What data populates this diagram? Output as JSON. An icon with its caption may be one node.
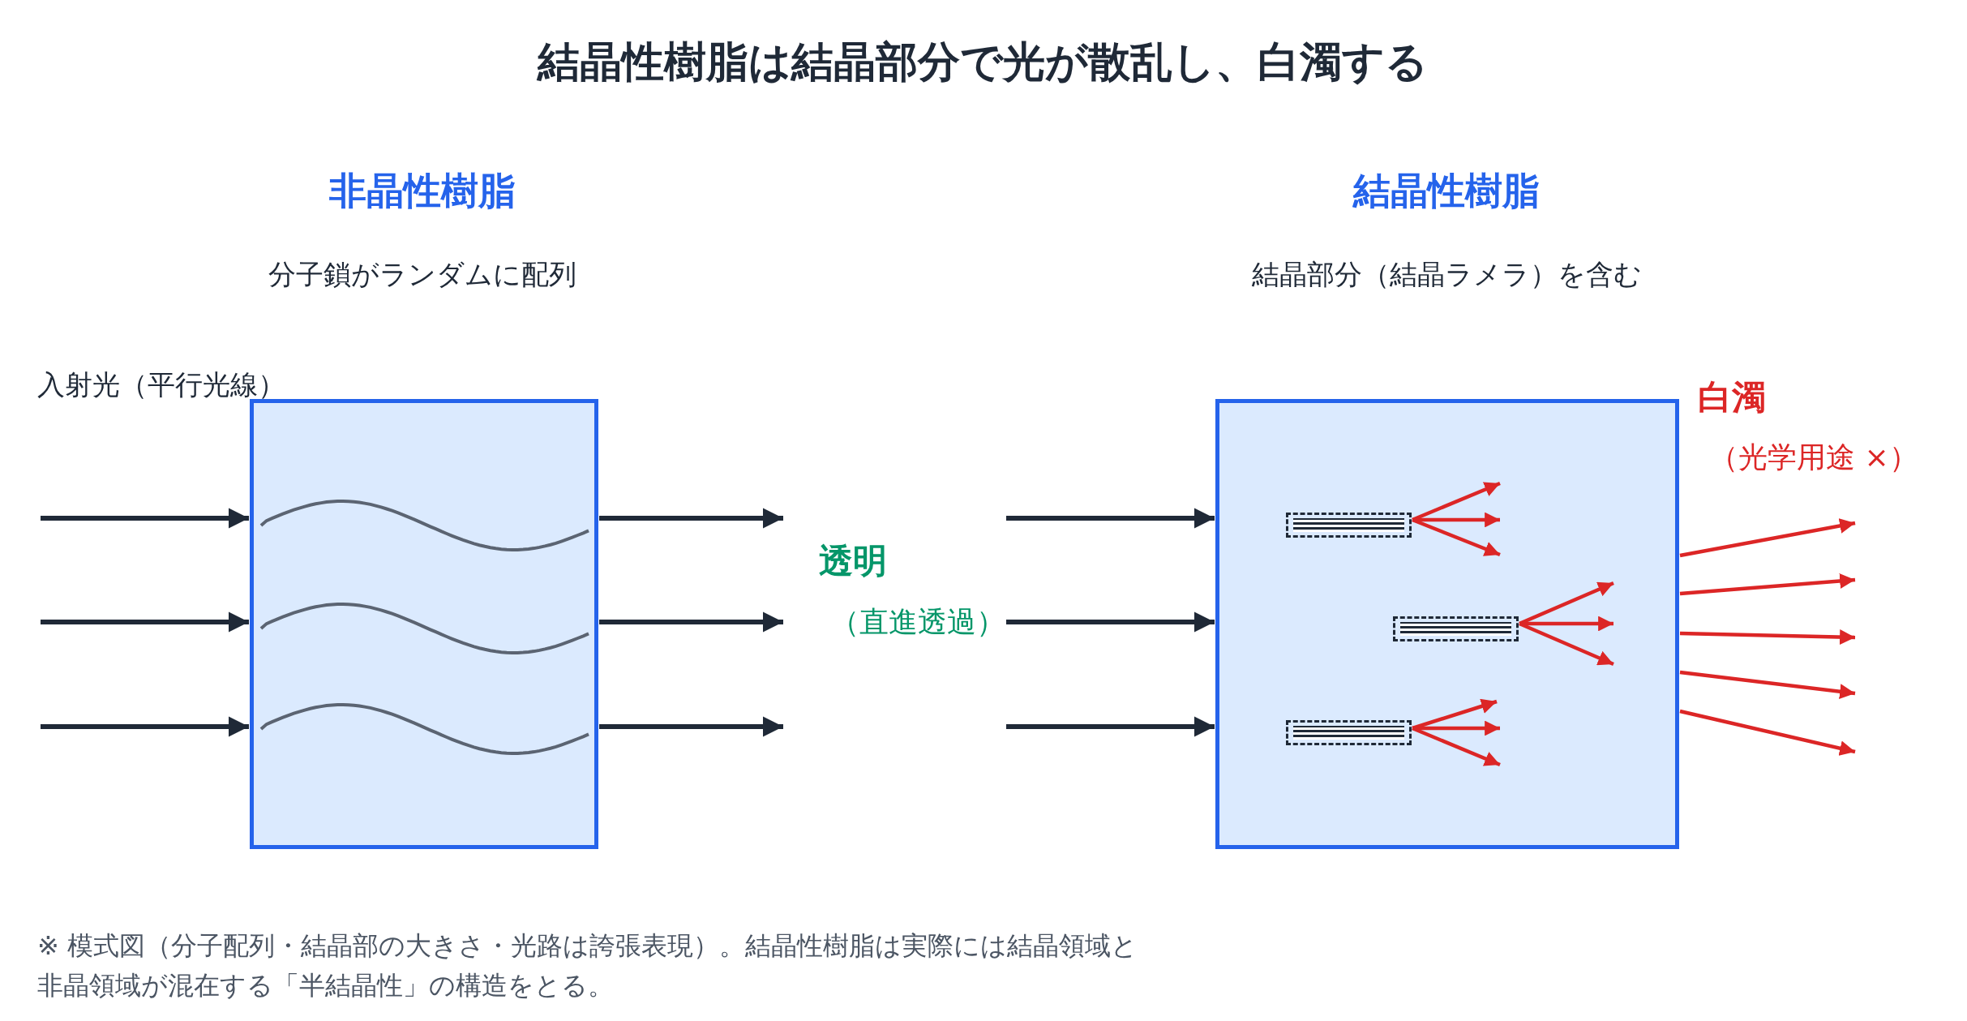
{
  "diagram": {
    "title": "結晶性樹脂は結晶部分で光が散乱し、白濁する",
    "caption": "※ 模式図（分子配列・結晶部の大きさ・光路は誇張表現）。結晶性樹脂は実際には結晶領域と非晶領域が混在する「半結晶性」の構造をとる。",
    "nodes": [
      {
        "text": [],
        "shape": "box"
      },
      {
        "text": [],
        "shape": "box"
      },
      {
        "text": [],
        "shape": "box",
        "in": 1
      },
      {
        "text": [],
        "shape": "box",
        "in": 1
      },
      {
        "text": [],
        "shape": "box",
        "in": 1
      }
    ],
    "edges": [
      {
        "from": null,
        "to": 0,
        "arrow": "to",
        "color": "#1f2937"
      },
      {
        "from": null,
        "to": 0,
        "arrow": "to",
        "color": "#1f2937"
      },
      {
        "from": null,
        "to": 0,
        "arrow": "to",
        "color": "#1f2937"
      },
      {
        "from": 0,
        "to": null,
        "arrow": "to",
        "color": "#1f2937"
      },
      {
        "from": 0,
        "to": null,
        "arrow": "to",
        "color": "#1f2937"
      },
      {
        "from": 0,
        "to": null,
        "arrow": "to",
        "color": "#1f2937"
      },
      {
        "from": null,
        "to": 1,
        "arrow": "to",
        "color": "#1f2937"
      },
      {
        "from": null,
        "to": 1,
        "arrow": "to",
        "color": "#1f2937"
      },
      {
        "from": null,
        "to": 1,
        "arrow": "to",
        "color": "#1f2937"
      },
      {
        "from": 2,
        "to": null,
        "arrow": "to",
        "color": "#dc2626"
      },
      {
        "from": 2,
        "to": null,
        "arrow": "to",
        "color": "#dc2626"
      },
      {
        "from": 2,
        "to": null,
        "arrow": "to",
        "color": "#dc2626"
      },
      {
        "from": 3,
        "to": null,
        "arrow": "to",
        "color": "#dc2626"
      },
      {
        "from": 3,
        "to": null,
        "arrow": "to",
        "color": "#dc2626"
      },
      {
        "from": 3,
        "to": null,
        "arrow": "to",
        "color": "#dc2626"
      },
      {
        "from": 4,
        "to": null,
        "arrow": "to",
        "color": "#dc2626"
      },
      {
        "from": 4,
        "to": null,
        "arrow": "to",
        "color": "#dc2626"
      },
      {
        "from": 4,
        "to": null,
        "arrow": "to",
        "color": "#dc2626"
      },
      {
        "from": 1,
        "to": null,
        "arrow": "to",
        "color": "#dc2626"
      },
      {
        "from": 1,
        "to": null,
        "arrow": "to",
        "color": "#dc2626"
      },
      {
        "from": 1,
        "to": null,
        "arrow": "to",
        "color": "#dc2626"
      },
      {
        "from": 1,
        "to": null,
        "arrow": "to",
        "color": "#dc2626"
      },
      {
        "from": 1,
        "to": null,
        "arrow": "to",
        "color": "#dc2626"
      }
    ],
    "labels": [
      "非晶性樹脂",
      "分子鎖がランダムに配列",
      "結晶性樹脂",
      "結晶部分（結晶ラメラ）を含む",
      "入射光（平行光線）",
      "透明",
      "（直進透過）",
      "白濁",
      "（光学用途 ×）"
    ]
  }
}
